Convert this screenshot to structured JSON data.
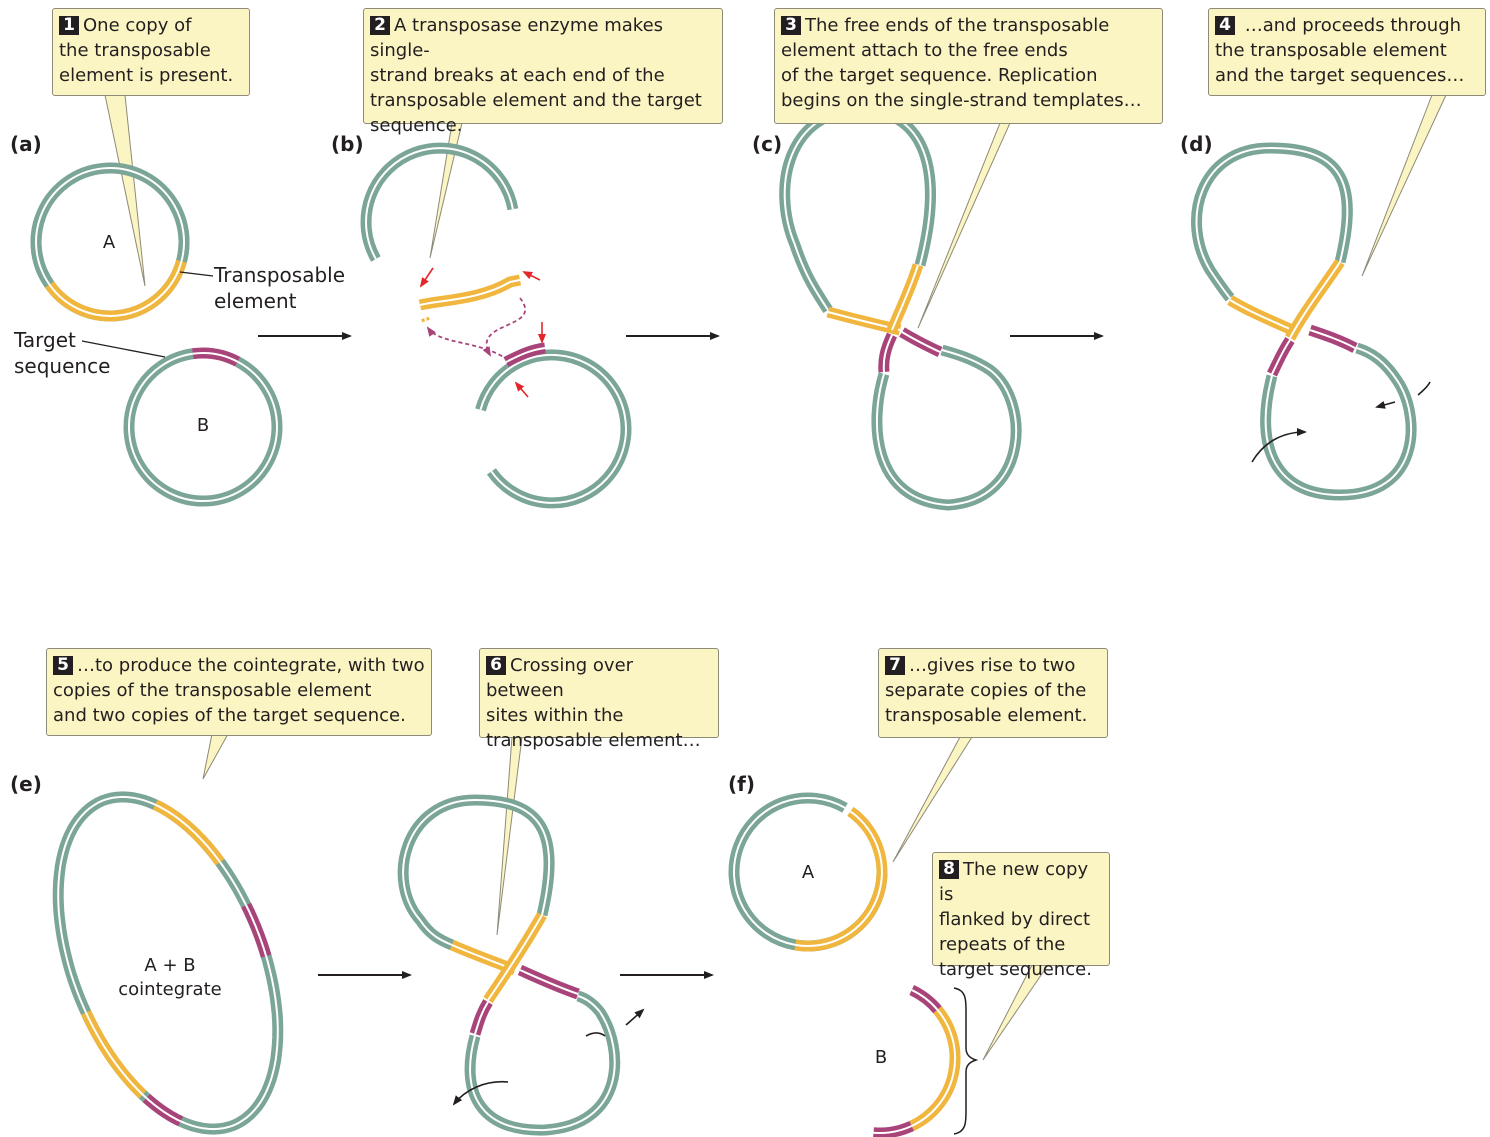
{
  "callouts": [
    {
      "num": "1",
      "text": "One copy of\nthe transposable\nelement is present."
    },
    {
      "num": "2",
      "text": "A transposase enzyme makes single-\nstrand breaks at each end of the\ntransposable element and the target\nsequence."
    },
    {
      "num": "3",
      "text": "The free ends of the transposable\nelement attach to the free ends\nof the target sequence. Replication\nbegins on the single-strand templates…"
    },
    {
      "num": "4",
      "text": " …and proceeds through\nthe transposable element\nand the target sequences…"
    },
    {
      "num": "5",
      "text": "…to produce the cointegrate, with two\ncopies of the transposable element\nand two copies of the target sequence."
    },
    {
      "num": "6",
      "text": "Crossing over between\nsites within the\ntransposable element…"
    },
    {
      "num": "7",
      "text": "…gives rise to two\nseparate copies of the\ntransposable element."
    },
    {
      "num": "8",
      "text": "The new copy is\nflanked by direct\nrepeats of the\ntarget sequence."
    }
  ],
  "panels": {
    "a": "(a)",
    "b": "(b)",
    "c": "(c)",
    "d": "(d)",
    "e": "(e)",
    "f": "(f)"
  },
  "labels": {
    "circle_a": "A",
    "circle_b": "B",
    "transposable_element": "Transposable\nelement",
    "target_sequence": "Target\nsequence",
    "cointegrate": "A + B\ncointegrate",
    "final_a": "A",
    "final_b": "B"
  },
  "colors": {
    "dna": "#7aa597",
    "transposable_element": "#f0b63d",
    "target_sequence": "#a8447a",
    "callout_fill": "#fbf5c3",
    "cut_arrow": "#e4262b"
  }
}
